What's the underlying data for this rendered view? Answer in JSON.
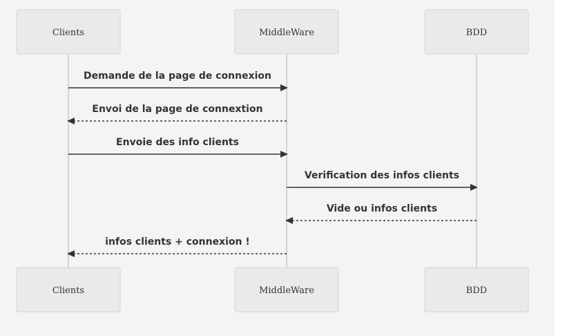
{
  "colors": {
    "background": "#f4f4f4",
    "actor_fill": "#eaeaea",
    "actor_stroke": "#d4d4d4",
    "lifeline": "#c8c8c8",
    "text": "#333333"
  },
  "participants": [
    {
      "id": "clients",
      "label": "Clients"
    },
    {
      "id": "middleware",
      "label": "MiddleWare"
    },
    {
      "id": "bdd",
      "label": "BDD"
    }
  ],
  "messages": [
    {
      "from": "clients",
      "to": "middleware",
      "label": "Demande de la page de connexion",
      "style": "solid"
    },
    {
      "from": "middleware",
      "to": "clients",
      "label": "Envoi de la page de connextion",
      "style": "dotted"
    },
    {
      "from": "clients",
      "to": "middleware",
      "label": "Envoie des info clients",
      "style": "solid"
    },
    {
      "from": "middleware",
      "to": "bdd",
      "label": "Verification des infos clients",
      "style": "solid"
    },
    {
      "from": "bdd",
      "to": "middleware",
      "label": "Vide ou infos clients",
      "style": "dotted"
    },
    {
      "from": "middleware",
      "to": "clients",
      "label": "infos clients + connexion !",
      "style": "dotted"
    }
  ]
}
